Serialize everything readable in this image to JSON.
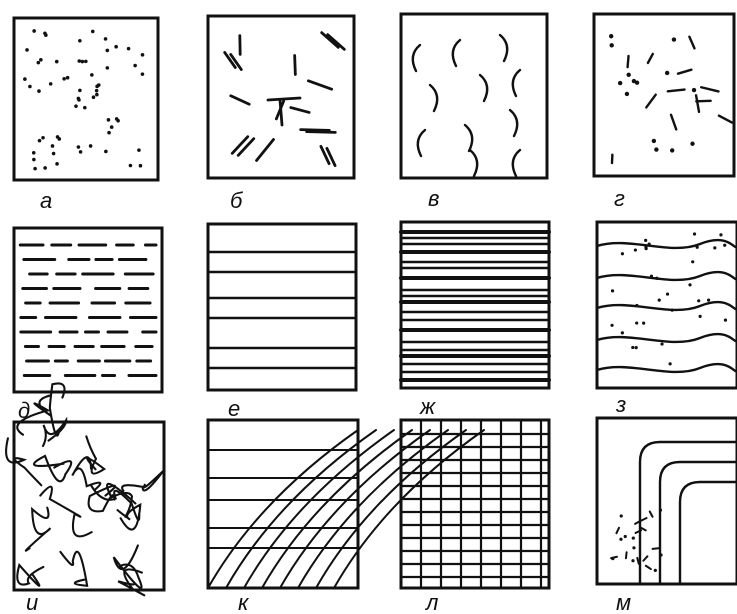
{
  "panels": [
    {
      "id": "a",
      "label": "а",
      "pattern": "scattered-dots"
    },
    {
      "id": "b",
      "label": "б",
      "pattern": "random-short-bars"
    },
    {
      "id": "v",
      "label": "в",
      "pattern": "curved-arcs"
    },
    {
      "id": "g",
      "label": "г",
      "pattern": "mixed-dashes-and-dots"
    },
    {
      "id": "d",
      "label": "д",
      "pattern": "broken-horizontal-dashes"
    },
    {
      "id": "e",
      "label": "е",
      "pattern": "horizontal-lines"
    },
    {
      "id": "zh",
      "label": "ж",
      "pattern": "dense-horizontal-bands"
    },
    {
      "id": "z",
      "label": "з",
      "pattern": "wavy-lines-with-dots"
    },
    {
      "id": "i",
      "label": "и",
      "pattern": "tangled-curves"
    },
    {
      "id": "k",
      "label": "к",
      "pattern": "crossing-oblique-curves"
    },
    {
      "id": "l",
      "label": "л",
      "pattern": "grid"
    },
    {
      "id": "m",
      "label": "м",
      "pattern": "corner-bands-with-inclusion"
    }
  ],
  "colors": {
    "ink": "#111111",
    "background": "#ffffff"
  }
}
